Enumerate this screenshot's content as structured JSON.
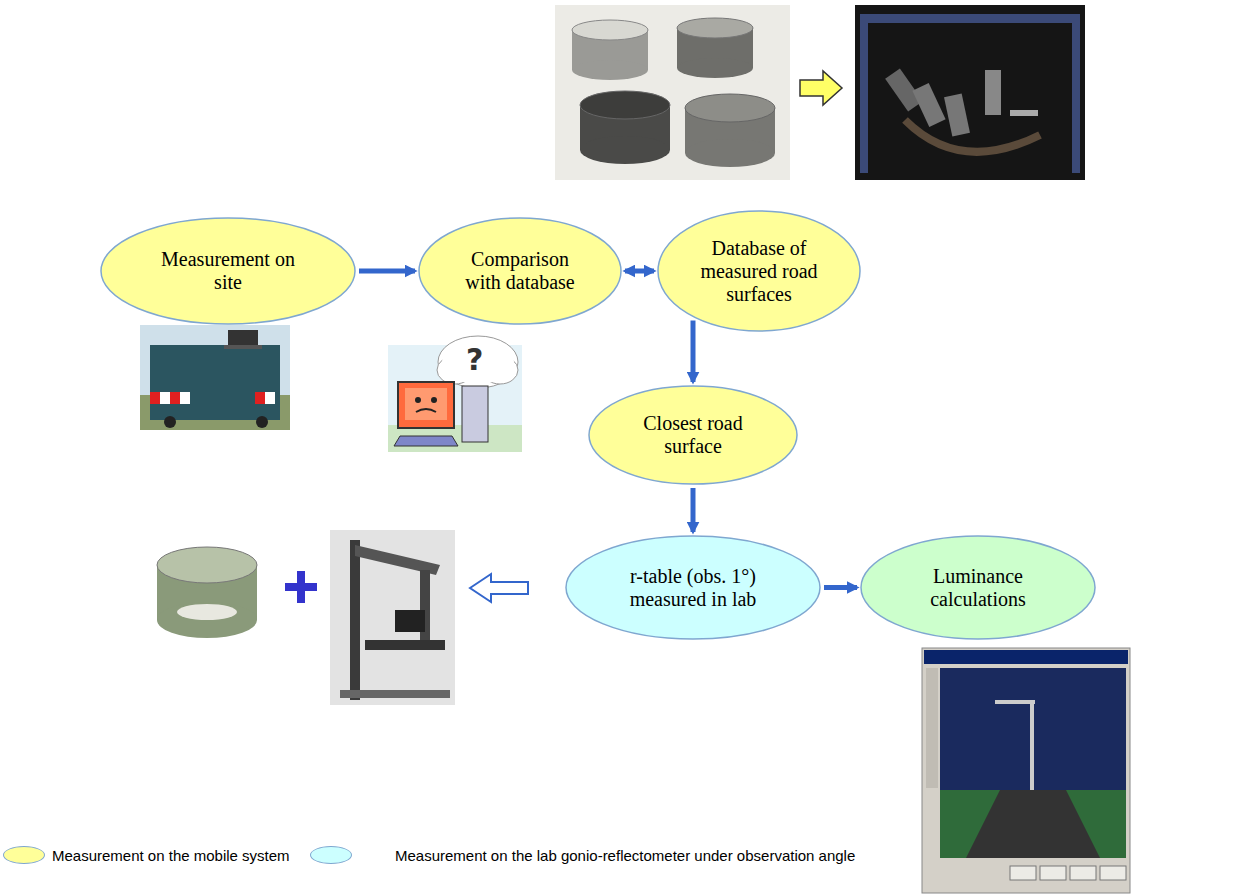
{
  "diagram": {
    "nodes": [
      {
        "text": [
          "Measurement on site"
        ]
      },
      {
        "text": [
          "Comparison with database"
        ]
      },
      {
        "text": [
          "Database of measured road surfaces"
        ]
      },
      {
        "text": [
          "Closest road surface"
        ]
      },
      {
        "text": [
          "r-table (obs. 1°) measured in lab"
        ]
      },
      {
        "text": [
          "Luminance calculations"
        ]
      }
    ],
    "edges": [
      {
        "from": 0,
        "to": 1,
        "arrow": "to"
      },
      {
        "from": 1,
        "to": 2,
        "arrow": "both"
      },
      {
        "from": 2,
        "to": 3,
        "arrow": "to"
      },
      {
        "from": 3,
        "to": 4,
        "arrow": "to"
      },
      {
        "from": 4,
        "to": 5,
        "arrow": "to"
      }
    ],
    "labels": [
      "?"
    ],
    "legend": [
      {
        "text": "Measurement on the mobile system",
        "color": "#ffff99"
      },
      {
        "text": "Measurement on the lab gonio-reflectometer under observation angle",
        "color": "#ccffff"
      }
    ]
  }
}
